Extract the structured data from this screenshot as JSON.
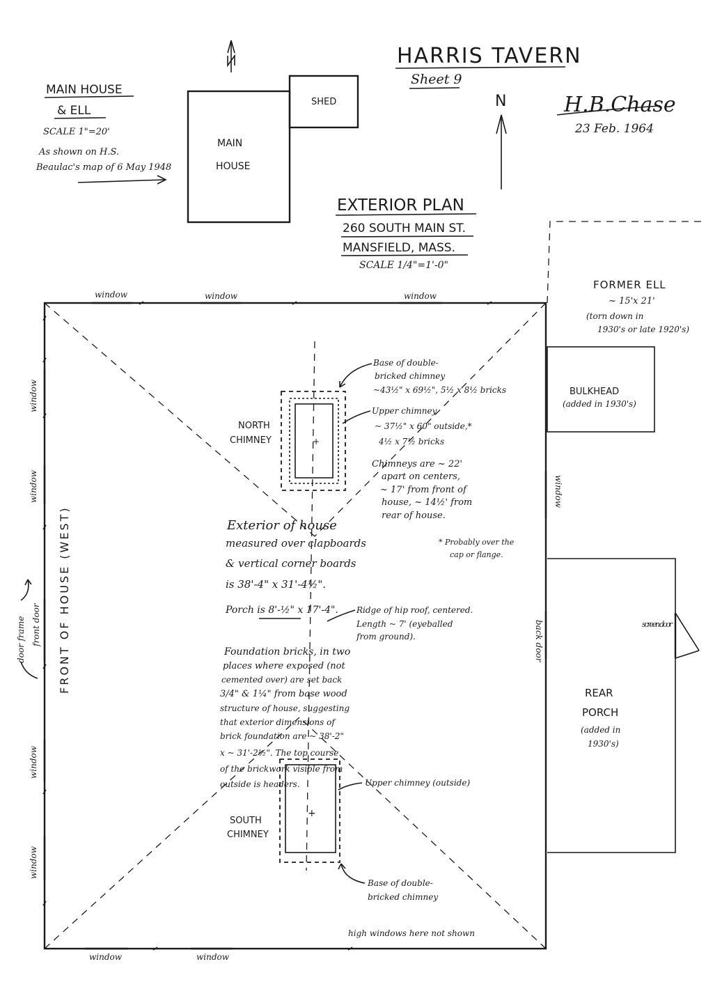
{
  "title": "HARRIS TAVERN",
  "sheet": "Sheet 9",
  "signature": "H.B.Chase",
  "date": "23 Feb. 1964",
  "north_label": "N",
  "key_plan": {
    "title_line1": "MAIN HOUSE",
    "title_line2": "& ELL",
    "scale": "SCALE 1\"=20'",
    "source_line1": "As shown on H.S.",
    "source_line2": "Beaulac's map of 6 May 1948",
    "shed": "SHED",
    "main_line1": "MAIN",
    "main_line2": "HOUSE"
  },
  "plan_title": "EXTERIOR PLAN",
  "address_line1": "260 SOUTH MAIN ST.",
  "address_line2": "MANSFIELD, MASS.",
  "plan_scale": "SCALE 1/4\"=1'-0\"",
  "windows": {
    "top1": "window",
    "top2": "window",
    "top3": "window",
    "left1": "window",
    "left2": "window",
    "left3": "window",
    "left4": "window",
    "bottom1": "window",
    "bottom2": "window",
    "right": "window"
  },
  "front_of_house": "FRONT OF HOUSE (WEST)",
  "front_door": "front door",
  "door_frame": "door frame",
  "back_door": "back door",
  "former_ell": {
    "line1": "FORMER ELL",
    "line2": "~ 15'x 21'",
    "line3": "(torn down in",
    "line4": "1930's or late 1920's)"
  },
  "bulkhead": {
    "line1": "BULKHEAD",
    "line2": "(added in 1930's)"
  },
  "rear_porch": {
    "line1": "REAR",
    "line2": "PORCH",
    "line3": "(added in",
    "line4": "1930's)",
    "screen_door": "screen door"
  },
  "north_chimney": {
    "line1": "NORTH",
    "line2": "CHIMNEY",
    "base1": "Base of double-",
    "base2": "bricked chimney",
    "base3": "~43½\" x 69½\", 5½ x 8½ bricks",
    "upper1": "Upper chimney",
    "upper2": "~ 37½\" x 60\" outside,*",
    "upper3": "4½ x 7½ bricks"
  },
  "chimney_spacing": {
    "line1": "Chimneys are ~ 22'",
    "line2": "apart on centers,",
    "line3": "~ 17' from front of",
    "line4": "house, ~ 14½' from",
    "line5": "rear of house."
  },
  "flange_note": {
    "line1": "* Probably over the",
    "line2": "cap or flange."
  },
  "exterior_note": {
    "line1": "Exterior of house",
    "line2": "measured over clapboards",
    "line3": "& vertical corner boards",
    "line4": "is 38'-4\" x 31'-4½\".",
    "line5": "Porch is 8'-½\" x 17'-4\"."
  },
  "ridge_note": {
    "line1": "Ridge of hip roof, centered.",
    "line2": "Length ~ 7' (eyeballed",
    "line3": "from ground)."
  },
  "foundation_note": {
    "line1": "Foundation bricks, in two",
    "line2": "places where exposed (not",
    "line3": "cemented over) are set back",
    "line4": "3/4\" & 1¼\" from base wood",
    "line5": "structure of house, suggesting",
    "line6": "that exterior dimensions of",
    "line7": "brick foundation are ~ 38'-2\"",
    "line8": "x ~ 31'-2½\". The top course",
    "line9": "of the brickwork visible from",
    "line10": "outside is headers."
  },
  "south_chimney": {
    "line1": "SOUTH",
    "line2": "CHIMNEY",
    "upper": "Upper chimney (outside)",
    "base1": "Base of double-",
    "base2": "bricked chimney"
  },
  "high_windows": "high windows here not shown"
}
